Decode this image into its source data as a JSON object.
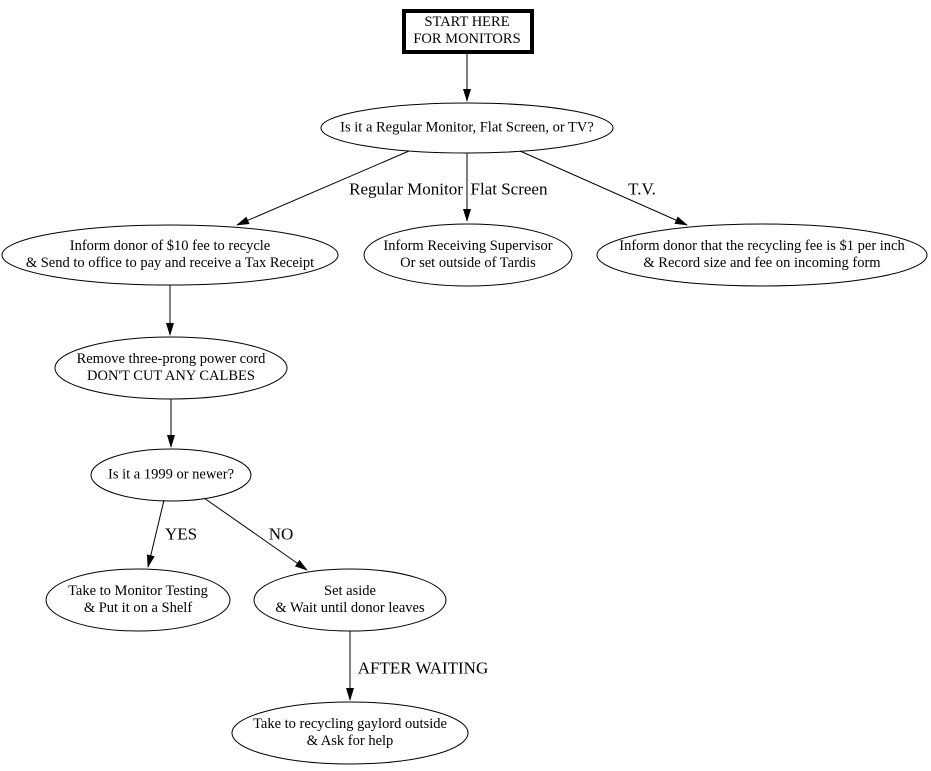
{
  "diagram": {
    "background": "#ffffff",
    "stroke_color": "#000000",
    "nodes": {
      "start": {
        "line1": "START HERE",
        "line2": "FOR MONITORS"
      },
      "question_type": {
        "line1": "Is it a Regular Monitor, Flat Screen, or TV?"
      },
      "regular_fee": {
        "line1": "Inform donor of $10 fee to recycle",
        "line2": "& Send to office to pay and receive a Tax Receipt"
      },
      "flat_screen_action": {
        "line1": "Inform Receiving Supervisor",
        "line2": "Or set outside of Tardis"
      },
      "tv_fee": {
        "line1": "Inform donor that the recycling fee is $1 per inch",
        "line2": "& Record size and fee on incoming form"
      },
      "remove_cord": {
        "line1": "Remove three-prong power cord",
        "line2": "DON'T CUT ANY CALBES"
      },
      "question_year": {
        "line1": "Is it a 1999 or newer?"
      },
      "monitor_testing": {
        "line1": "Take to Monitor Testing",
        "line2": "& Put it on a Shelf"
      },
      "set_aside": {
        "line1": "Set aside",
        "line2": "& Wait until donor leaves"
      },
      "recycling_gaylord": {
        "line1": "Take to recycling gaylord outside",
        "line2": "& Ask for help"
      }
    },
    "edge_labels": {
      "regular_monitor": "Regular Monitor",
      "flat_screen": "Flat Screen",
      "tv": "T.V.",
      "yes": "YES",
      "no": "NO",
      "after_waiting": "AFTER WAITING"
    }
  }
}
